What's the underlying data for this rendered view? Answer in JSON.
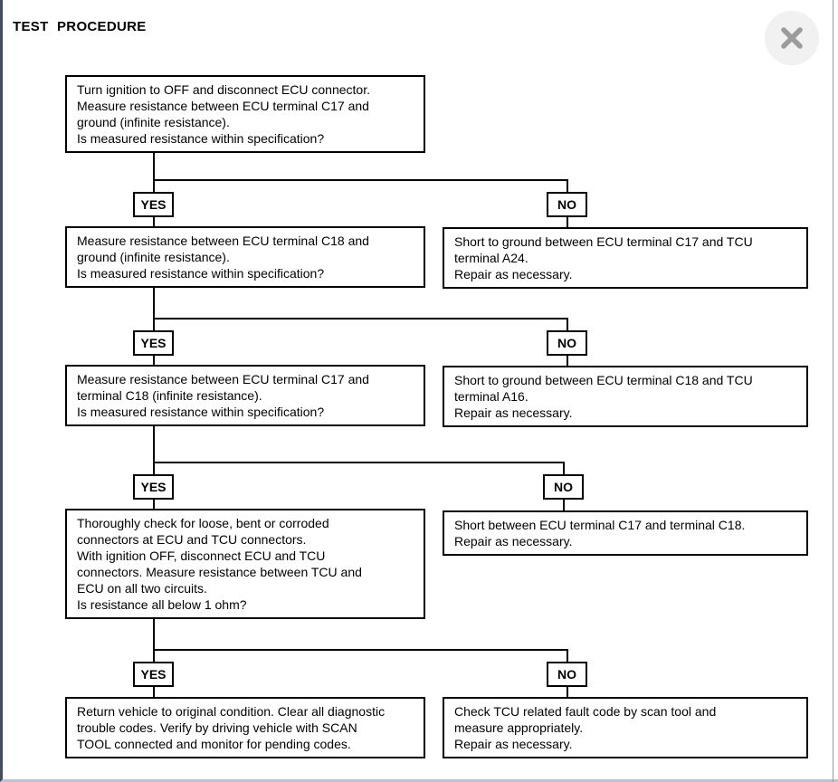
{
  "page": {
    "title": "TEST PROCEDURE"
  },
  "flowchart": {
    "yes_label": "YES",
    "no_label": "NO",
    "step1": {
      "text": "Turn ignition to OFF and disconnect ECU connector.\nMeasure resistance between ECU terminal C17 and\nground (infinite resistance).\nIs measured resistance within specification?"
    },
    "step2": {
      "text": "Measure resistance between ECU terminal C18 and\nground (infinite resistance).\nIs measured resistance within specification?"
    },
    "step3": {
      "text": "Measure resistance between ECU terminal C17 and\nterminal C18 (infinite resistance).\nIs measured resistance within specification?"
    },
    "step4": {
      "text": "Thoroughly check for loose, bent or corroded\nconnectors at ECU and TCU connectors.\nWith ignition OFF, disconnect ECU and TCU\nconnectors. Measure resistance between TCU and\nECU on all two circuits.\nIs resistance all below 1 ohm?"
    },
    "step5": {
      "text": "Return vehicle to original condition. Clear all diagnostic\ntrouble codes. Verify by driving vehicle with SCAN\nTOOL connected and monitor for pending codes."
    },
    "fix1": {
      "text": "Short to ground between ECU terminal C17 and TCU\nterminal A24.\nRepair as necessary."
    },
    "fix2": {
      "text": "Short to ground between ECU terminal C18 and TCU\nterminal A16.\nRepair as necessary."
    },
    "fix3": {
      "text": "Short between ECU terminal C17 and terminal C18.\nRepair as necessary."
    },
    "fix4": {
      "text": "Check TCU related fault code by scan tool and\nmeasure appropriately.\nRepair as necessary."
    },
    "flow": [
      {
        "from": "step1",
        "yes": "step2",
        "no": "fix1"
      },
      {
        "from": "step2",
        "yes": "step3",
        "no": "fix2"
      },
      {
        "from": "step3",
        "yes": "step4",
        "no": "fix3"
      },
      {
        "from": "step4",
        "yes": "step5",
        "no": "fix4"
      }
    ]
  },
  "colors": {
    "accent_left_border": "#3f4e63",
    "bottom_border": "#b9c5d6",
    "close_bg": "#f1f1f1",
    "close_icon": "#9b9b9b",
    "box_border": "#000000"
  }
}
